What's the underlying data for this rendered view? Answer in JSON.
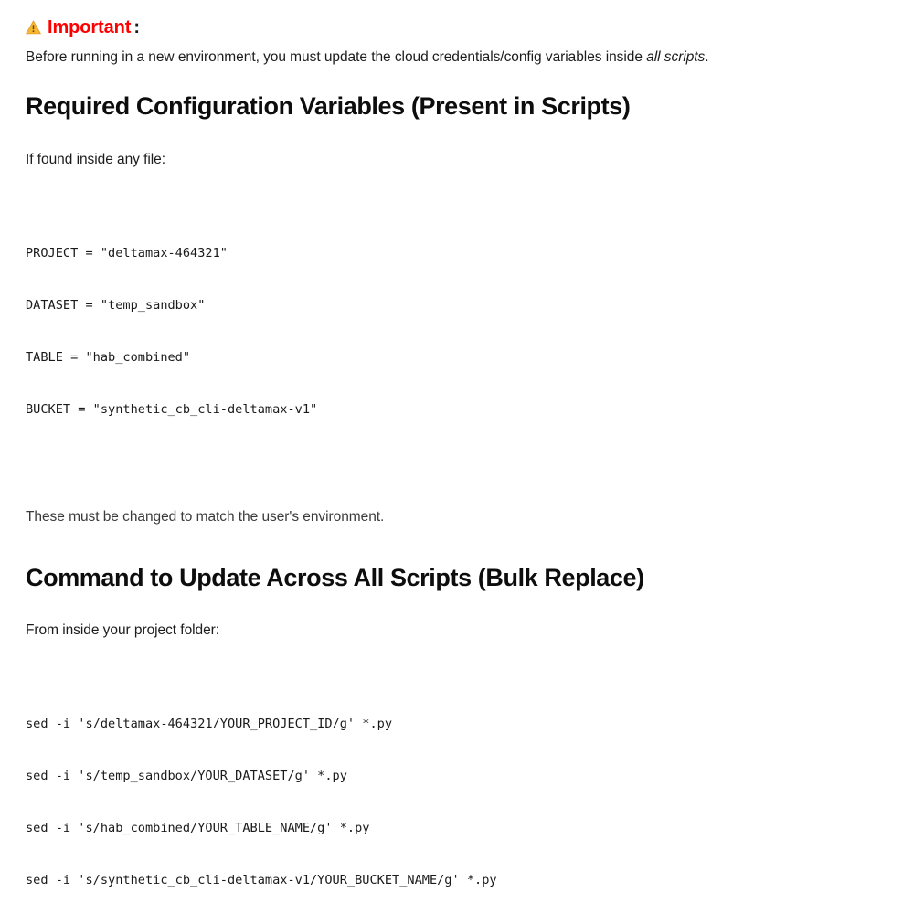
{
  "document": {
    "callout": {
      "icon": "warning-triangle-icon",
      "label": "Important",
      "colon": ":",
      "label_color": "#ff0000",
      "icon_color": "#f5a623"
    },
    "intro": {
      "text_before": "Before running in a new environment, you must update the cloud credentials/config variables inside ",
      "emphasis": "all scripts",
      "text_after": "."
    },
    "sections": [
      {
        "heading": "Required Configuration Variables (Present in Scripts)",
        "lead": "If found inside any file:",
        "code_lines": [
          "PROJECT = \"deltamax-464321\"",
          "DATASET = \"temp_sandbox\"",
          "TABLE = \"hab_combined\"",
          "BUCKET = \"synthetic_cb_cli-deltamax-v1\""
        ],
        "note": "These must be changed to match the user's environment."
      },
      {
        "heading": "Command to Update Across All Scripts (Bulk Replace)",
        "lead": "From inside your project folder:",
        "code_lines": [
          "sed -i 's/deltamax-464321/YOUR_PROJECT_ID/g' *.py",
          "sed -i 's/temp_sandbox/YOUR_DATASET/g' *.py",
          "sed -i 's/hab_combined/YOUR_TABLE_NAME/g' *.py",
          "sed -i 's/synthetic_cb_cli-deltamax-v1/YOUR_BUCKET_NAME/g' *.py"
        ]
      }
    ],
    "config_values": {
      "PROJECT": "deltamax-464321",
      "DATASET": "temp_sandbox",
      "TABLE": "hab_combined",
      "BUCKET": "synthetic_cb_cli-deltamax-v1"
    },
    "replacement_placeholders": {
      "PROJECT": "YOUR_PROJECT_ID",
      "DATASET": "YOUR_DATASET",
      "TABLE": "YOUR_TABLE_NAME",
      "BUCKET": "YOUR_BUCKET_NAME"
    }
  }
}
